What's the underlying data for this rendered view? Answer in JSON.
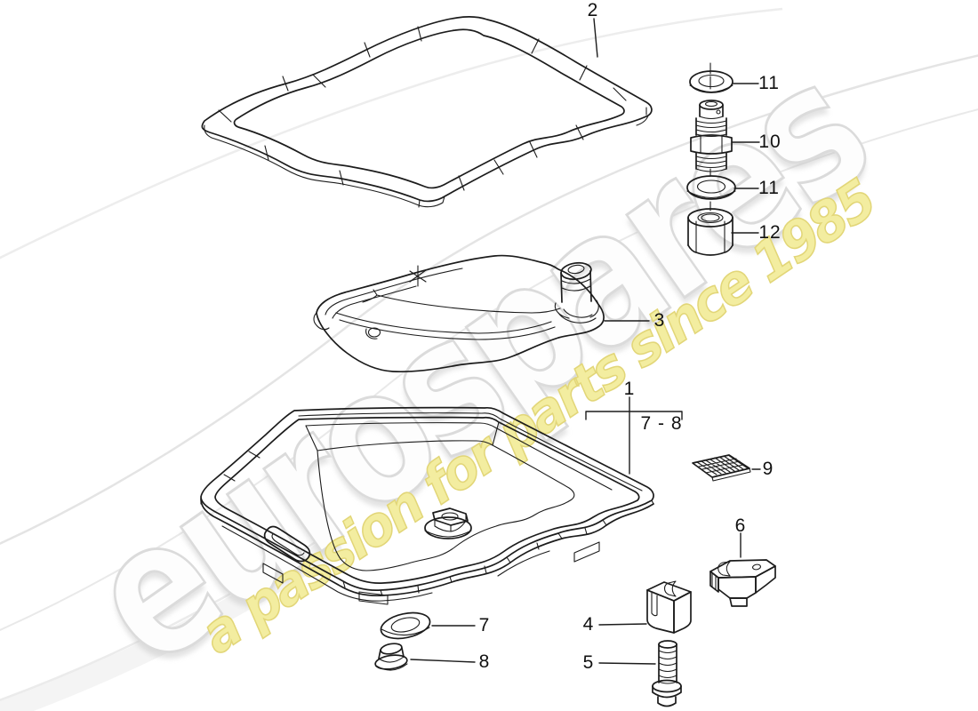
{
  "diagram": {
    "type": "exploded-parts-diagram",
    "subject": "transmission oil pan, gasket, strainer and fittings",
    "colors": {
      "page-bg": "#ffffff",
      "line": "#1c1c1c",
      "label": "#111111",
      "brand-fill": "#fdfdfd",
      "brand-stroke": "#dbdbdb",
      "tagline-fill": "#f3eda0",
      "tagline-stroke": "#e2d678",
      "swoosh-edge": "#e6e6e6",
      "swoosh-fill": "#fbfbfb"
    },
    "watermark": {
      "brand": "eurospares",
      "tagline": "a passion for parts since 1985"
    },
    "callouts": [
      {
        "text": "2"
      },
      {
        "text": "11"
      },
      {
        "text": "10"
      },
      {
        "text": "11"
      },
      {
        "text": "12"
      },
      {
        "text": "3"
      },
      {
        "text": "1"
      },
      {
        "text": "7 - 8"
      },
      {
        "text": "9"
      },
      {
        "text": "6"
      },
      {
        "text": "4"
      },
      {
        "text": "7"
      },
      {
        "text": "5"
      },
      {
        "text": "8"
      }
    ]
  }
}
